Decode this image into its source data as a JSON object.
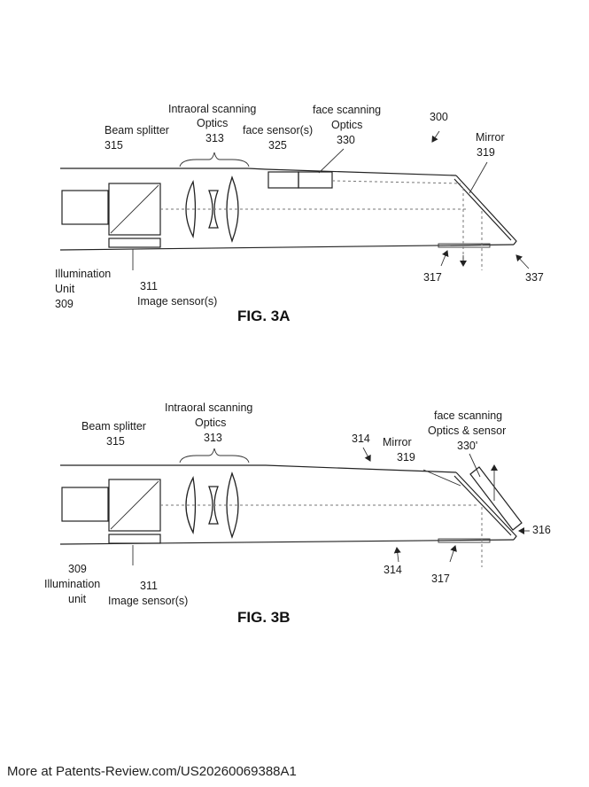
{
  "fig3a": {
    "caption": "FIG. 3A",
    "intraoral_label_1": "Intraoral scanning",
    "intraoral_label_2": "Optics",
    "intraoral_ref": "313",
    "beam_splitter_label": "Beam splitter",
    "beam_splitter_ref": "315",
    "face_sensor_label": "face sensor(s)",
    "face_sensor_ref": "325",
    "face_optics_label_1": "face scanning",
    "face_optics_label_2": "Optics",
    "face_optics_ref": "330",
    "device_ref": "300",
    "mirror_label": "Mirror",
    "mirror_ref": "319",
    "illumination_label_1": "Illumination",
    "illumination_label_2": "Unit",
    "illumination_ref": "309",
    "image_sensor_ref": "311",
    "image_sensor_label": "Image sensor(s)",
    "ref_317": "317",
    "ref_337": "337"
  },
  "fig3b": {
    "caption": "FIG. 3B",
    "intraoral_label_1": "Intraoral scanning",
    "intraoral_label_2": "Optics",
    "intraoral_ref": "313",
    "beam_splitter_label": "Beam splitter",
    "beam_splitter_ref": "315",
    "face_optics_label_1": "face scanning",
    "face_optics_label_2": "Optics & sensor",
    "face_optics_ref": "330'",
    "body_ref_top": "314",
    "body_ref_bottom": "314",
    "mirror_label": "Mirror",
    "mirror_ref": "319",
    "illumination_ref": "309",
    "illumination_label_1": "Illumination",
    "illumination_label_2": "unit",
    "image_sensor_ref": "311",
    "image_sensor_label": "Image sensor(s)",
    "ref_317": "317",
    "ref_316": "316"
  },
  "footer": {
    "text": "More at Patents-Review.com/US20260069388A1"
  }
}
